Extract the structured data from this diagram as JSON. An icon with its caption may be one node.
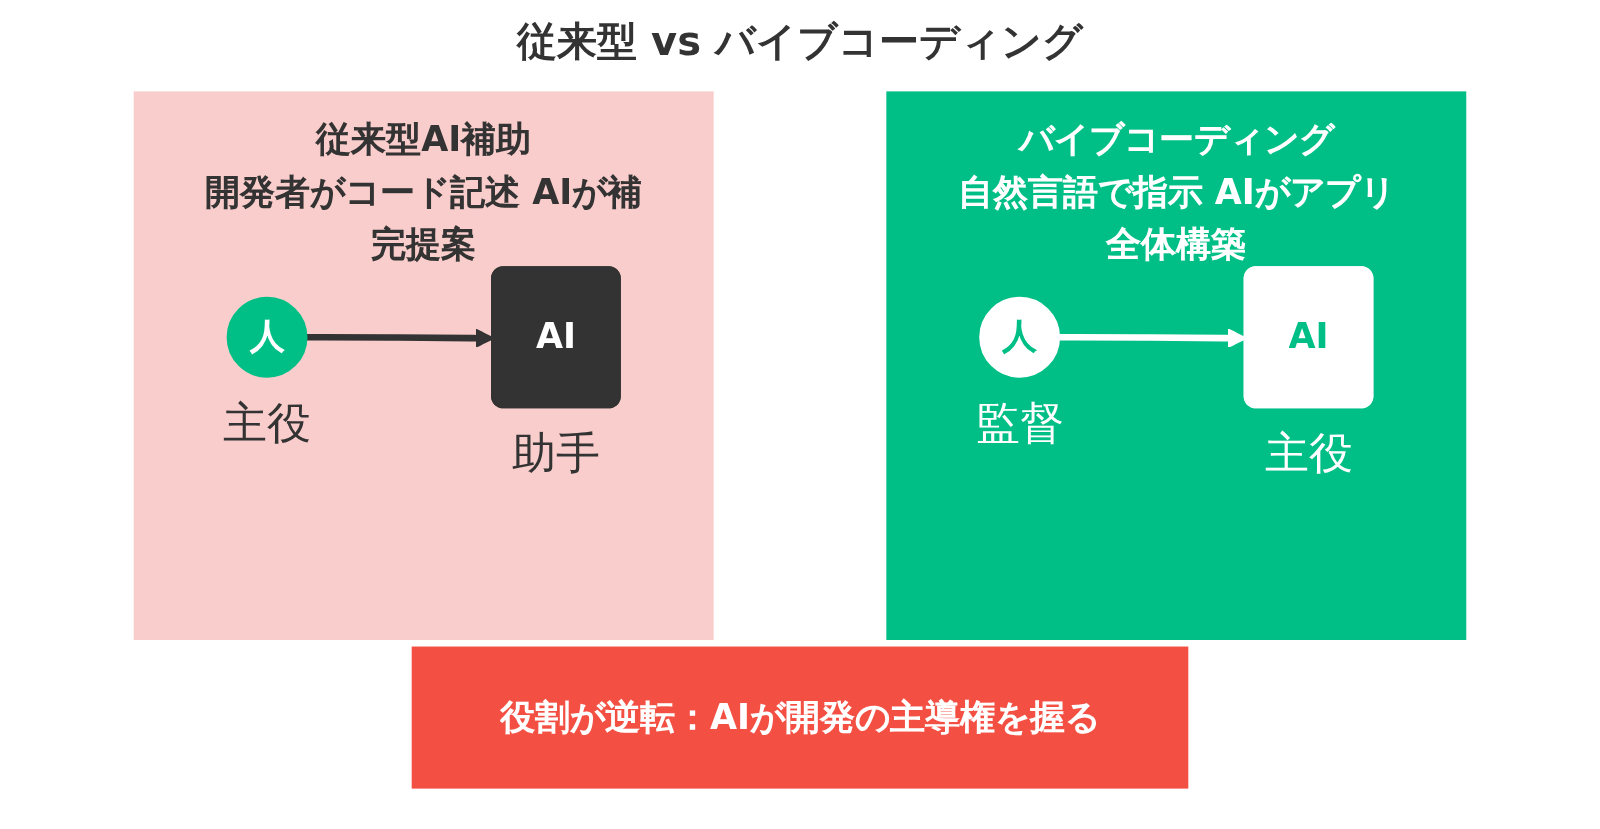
{
  "diagram": {
    "title": "従来型 vs バイブコーディング",
    "nodes": [
      {
        "text": [
          "従来型AI補助",
          "開発者がコード記述 AIが補完提案"
        ]
      },
      {
        "text": [
          "人"
        ],
        "in": 0,
        "beside": [
          "主役"
        ]
      },
      {
        "text": [
          "AI"
        ],
        "in": 0,
        "beside": [
          "助手"
        ]
      },
      {
        "text": [
          "バイブコーディング",
          "自然言語で指示 AIがアプリ全体構築"
        ]
      },
      {
        "text": [
          "人"
        ],
        "in": 3,
        "beside": [
          "監督"
        ]
      },
      {
        "text": [
          "AI"
        ],
        "in": 3,
        "beside": [
          "主役"
        ]
      },
      {
        "text": [
          "役割が逆転：AIが開発の主導権を握る"
        ]
      }
    ],
    "edges": [
      {
        "from": 1,
        "to": 2,
        "arrow": "to"
      },
      {
        "from": 4,
        "to": 5,
        "arrow": "to",
        "color": "#ffffff"
      }
    ]
  }
}
